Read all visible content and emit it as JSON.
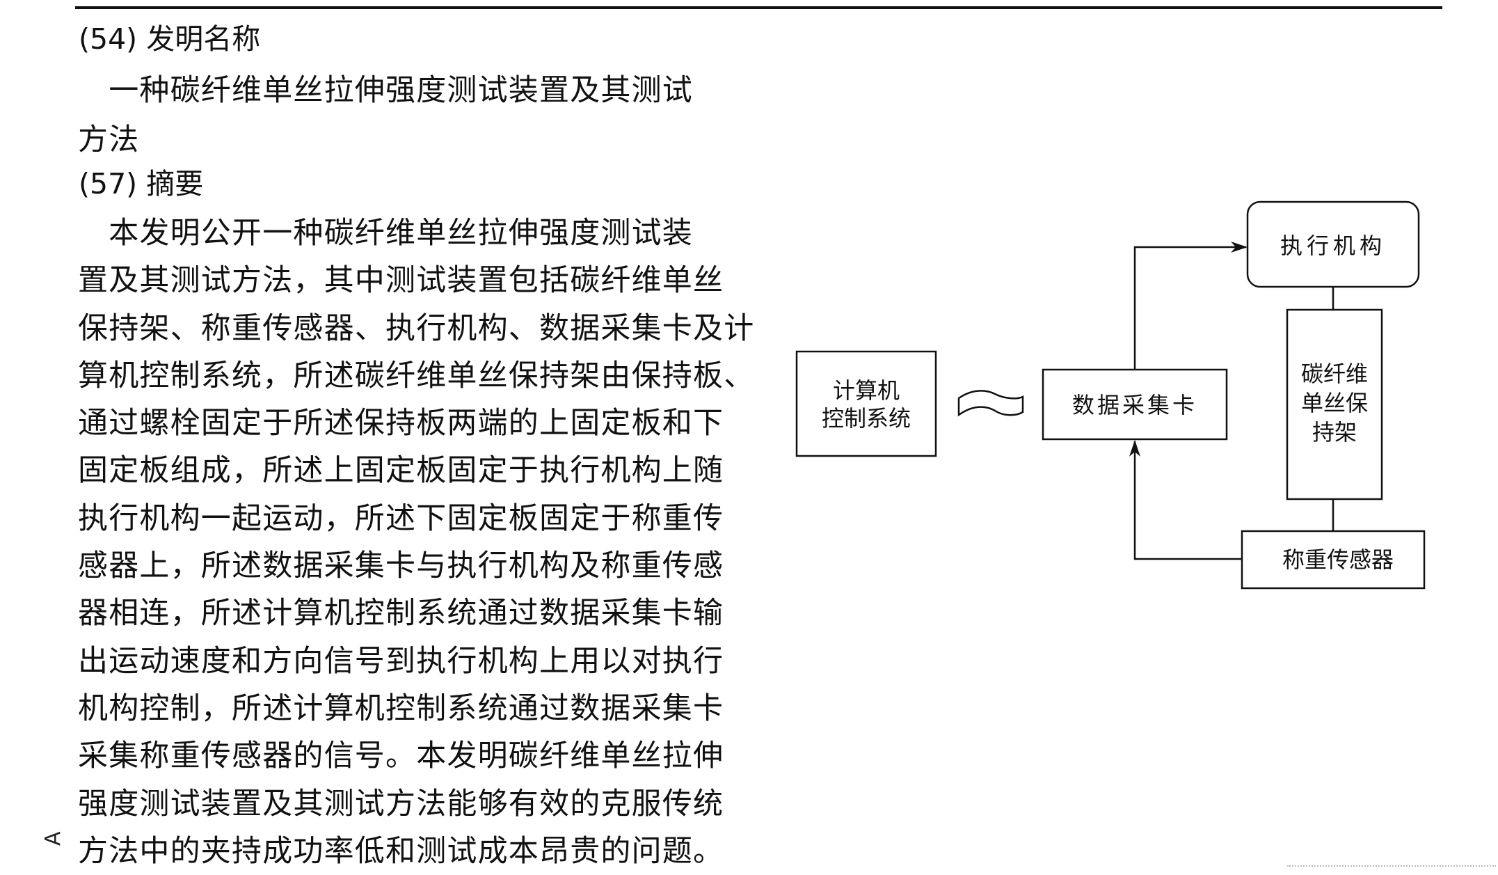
{
  "sections": {
    "title_heading": "(54) 发明名称",
    "abstract_heading": "(57) 摘要"
  },
  "title_lines": [
    "　一种碳纤维单丝拉伸强度测试装置及其测试",
    "方法"
  ],
  "abstract_lines": [
    "　本发明公开一种碳纤维单丝拉伸强度测试装",
    "置及其测试方法，其中测试装置包括碳纤维单丝",
    "保持架、称重传感器、执行机构、数据采集卡及计",
    "算机控制系统，所述碳纤维单丝保持架由保持板、",
    "通过螺栓固定于所述保持板两端的上固定板和下",
    "固定板组成，所述上固定板固定于执行机构上随",
    "执行机构一起运动，所述下固定板固定于称重传",
    "感器上，所述数据采集卡与执行机构及称重传感",
    "器相连，所述计算机控制系统通过数据采集卡输",
    "出运动速度和方向信号到执行机构上用以对执行",
    "机构控制，所述计算机控制系统通过数据采集卡",
    "采集称重传感器的信号。本发明碳纤维单丝拉伸",
    "强度测试装置及其测试方法能够有效的克服传统",
    "方法中的夹持成功率低和测试成本昂贵的问题。"
  ],
  "side_glyph": "A",
  "diagram": {
    "computer": [
      "计算机",
      "控制系统"
    ],
    "daq": "数据采集卡",
    "actuator": "执行机构",
    "holder": [
      "碳纤维",
      "单丝保",
      "持架"
    ],
    "sensor": "称重传感器"
  }
}
